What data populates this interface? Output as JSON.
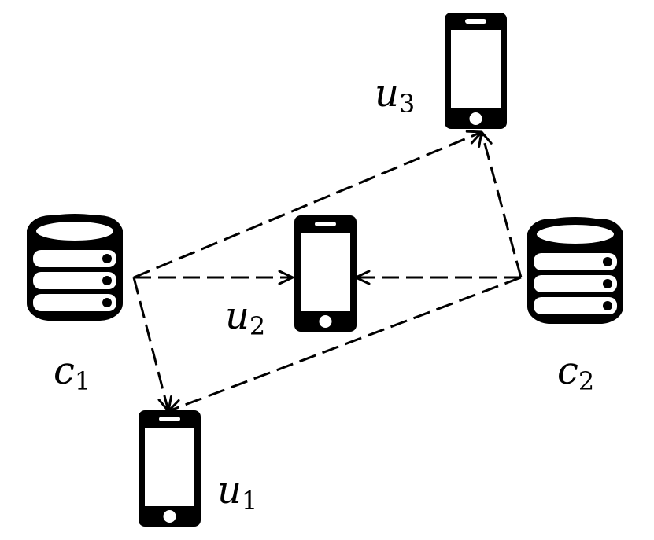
{
  "diagram": {
    "colors": {
      "ink": "#000000",
      "background": "#ffffff",
      "screen": "#ffffff"
    },
    "servers": [
      {
        "id": "c1",
        "icon": "database-icon",
        "label_base": "c",
        "label_sub": "1"
      },
      {
        "id": "c2",
        "icon": "database-icon",
        "label_base": "c",
        "label_sub": "2"
      }
    ],
    "devices": [
      {
        "id": "u1",
        "icon": "smartphone-icon",
        "label_base": "u",
        "label_sub": "1"
      },
      {
        "id": "u2",
        "icon": "smartphone-icon",
        "label_base": "u",
        "label_sub": "2"
      },
      {
        "id": "u3",
        "icon": "smartphone-icon",
        "label_base": "u",
        "label_sub": "3"
      }
    ],
    "connections": [
      {
        "from": "c1",
        "to": "u1",
        "style": "dashed",
        "arrow": "end"
      },
      {
        "from": "c1",
        "to": "u2",
        "style": "dashed",
        "arrow": "end"
      },
      {
        "from": "c1",
        "to": "u3",
        "style": "dashed",
        "arrow": "end"
      },
      {
        "from": "c2",
        "to": "u1",
        "style": "dashed",
        "arrow": "end"
      },
      {
        "from": "c2",
        "to": "u2",
        "style": "dashed",
        "arrow": "end"
      },
      {
        "from": "c2",
        "to": "u3",
        "style": "dashed",
        "arrow": "end"
      }
    ]
  }
}
